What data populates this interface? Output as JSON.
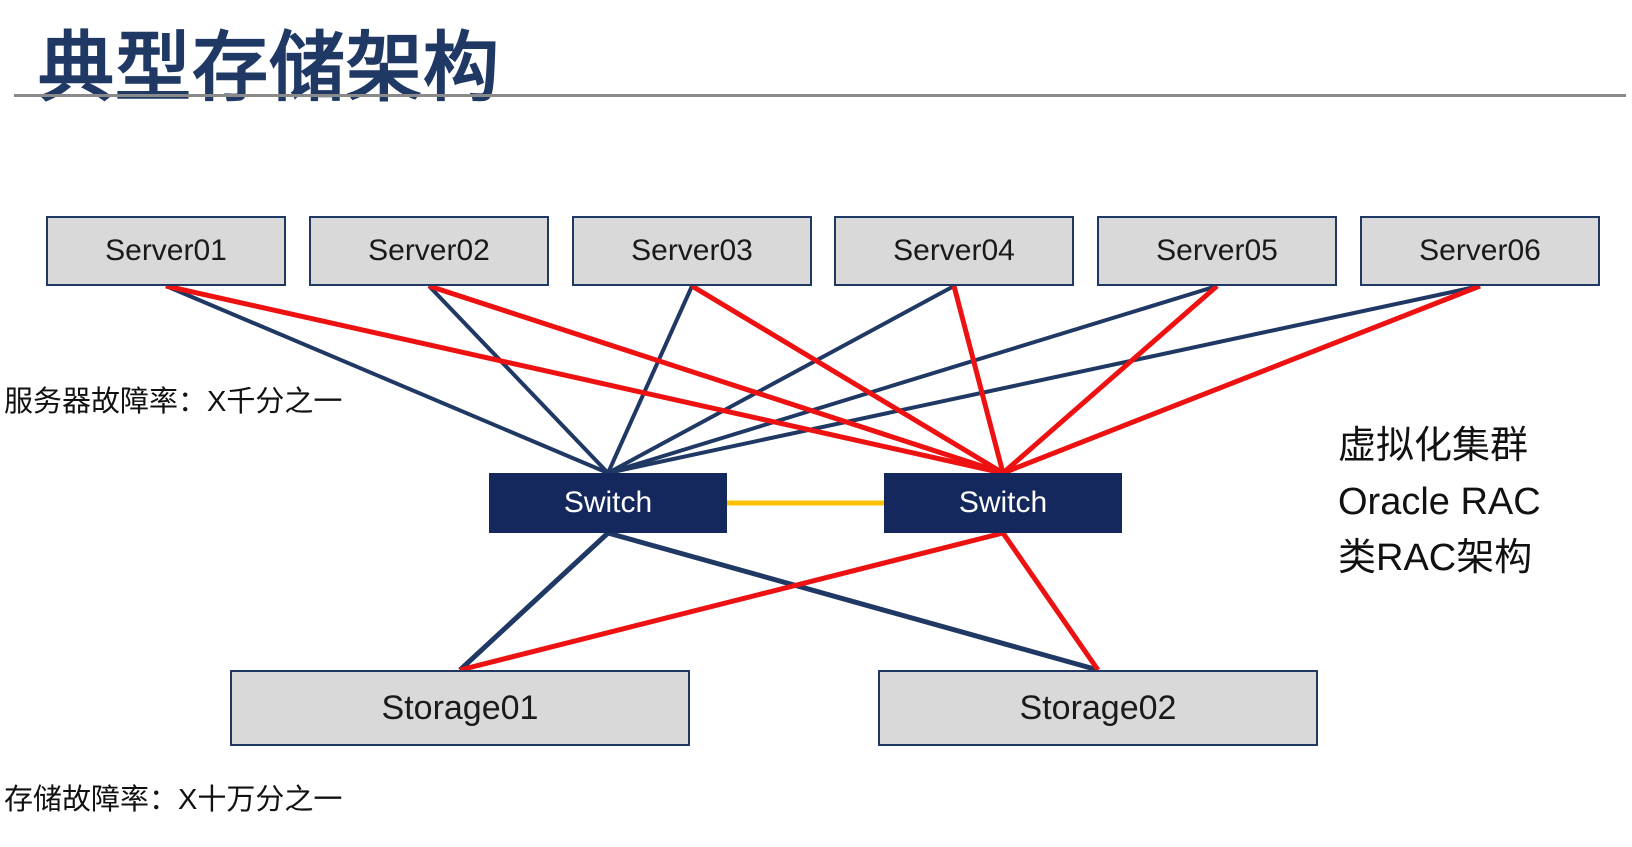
{
  "slide": {
    "title": "典型存储架构"
  },
  "diagram": {
    "servers": [
      {
        "id": "server1",
        "label": "Server01"
      },
      {
        "id": "server2",
        "label": "Server02"
      },
      {
        "id": "server3",
        "label": "Server03"
      },
      {
        "id": "server4",
        "label": "Server04"
      },
      {
        "id": "server5",
        "label": "Server05"
      },
      {
        "id": "server6",
        "label": "Server06"
      }
    ],
    "switches": [
      {
        "id": "switch1",
        "label": "Switch"
      },
      {
        "id": "switch2",
        "label": "Switch"
      }
    ],
    "storages": [
      {
        "id": "storage1",
        "label": "Storage01"
      },
      {
        "id": "storage2",
        "label": "Storage02"
      }
    ],
    "connections": [
      {
        "from": "server1",
        "to": "switch1",
        "color": "navy",
        "width": 4
      },
      {
        "from": "server2",
        "to": "switch1",
        "color": "navy",
        "width": 4
      },
      {
        "from": "server3",
        "to": "switch1",
        "color": "navy",
        "width": 4
      },
      {
        "from": "server4",
        "to": "switch1",
        "color": "navy",
        "width": 4
      },
      {
        "from": "server5",
        "to": "switch1",
        "color": "navy",
        "width": 4
      },
      {
        "from": "server6",
        "to": "switch1",
        "color": "navy",
        "width": 4
      },
      {
        "from": "server1",
        "to": "switch2",
        "color": "red",
        "width": 5
      },
      {
        "from": "server2",
        "to": "switch2",
        "color": "red",
        "width": 5
      },
      {
        "from": "server3",
        "to": "switch2",
        "color": "red",
        "width": 5
      },
      {
        "from": "server4",
        "to": "switch2",
        "color": "red",
        "width": 5
      },
      {
        "from": "server5",
        "to": "switch2",
        "color": "red",
        "width": 5
      },
      {
        "from": "server6",
        "to": "switch2",
        "color": "red",
        "width": 5
      },
      {
        "from": "switch1",
        "to": "switch2",
        "color": "yellow",
        "width": 5,
        "fromAnchor": "right",
        "toAnchor": "left"
      },
      {
        "from": "switch1",
        "to": "storage1",
        "color": "navy",
        "width": 5
      },
      {
        "from": "switch1",
        "to": "storage2",
        "color": "navy",
        "width": 5
      },
      {
        "from": "switch2",
        "to": "storage1",
        "color": "red",
        "width": 5
      },
      {
        "from": "switch2",
        "to": "storage2",
        "color": "red",
        "width": 5
      }
    ]
  },
  "annotations": {
    "server_failure_rate": "服务器故障率：X千分之一",
    "storage_failure_rate": "存储故障率：X十万分之一",
    "cluster_note": [
      "虚拟化集群",
      "Oracle RAC",
      "类RAC架构"
    ]
  },
  "colors": {
    "navy": "#1F3864",
    "red": "#EE1111",
    "yellow": "#FFC000",
    "switch_fill": "#14285E",
    "node_fill": "#D9D9D9",
    "title": "#1F3864",
    "divider": "#8A8A8A"
  }
}
